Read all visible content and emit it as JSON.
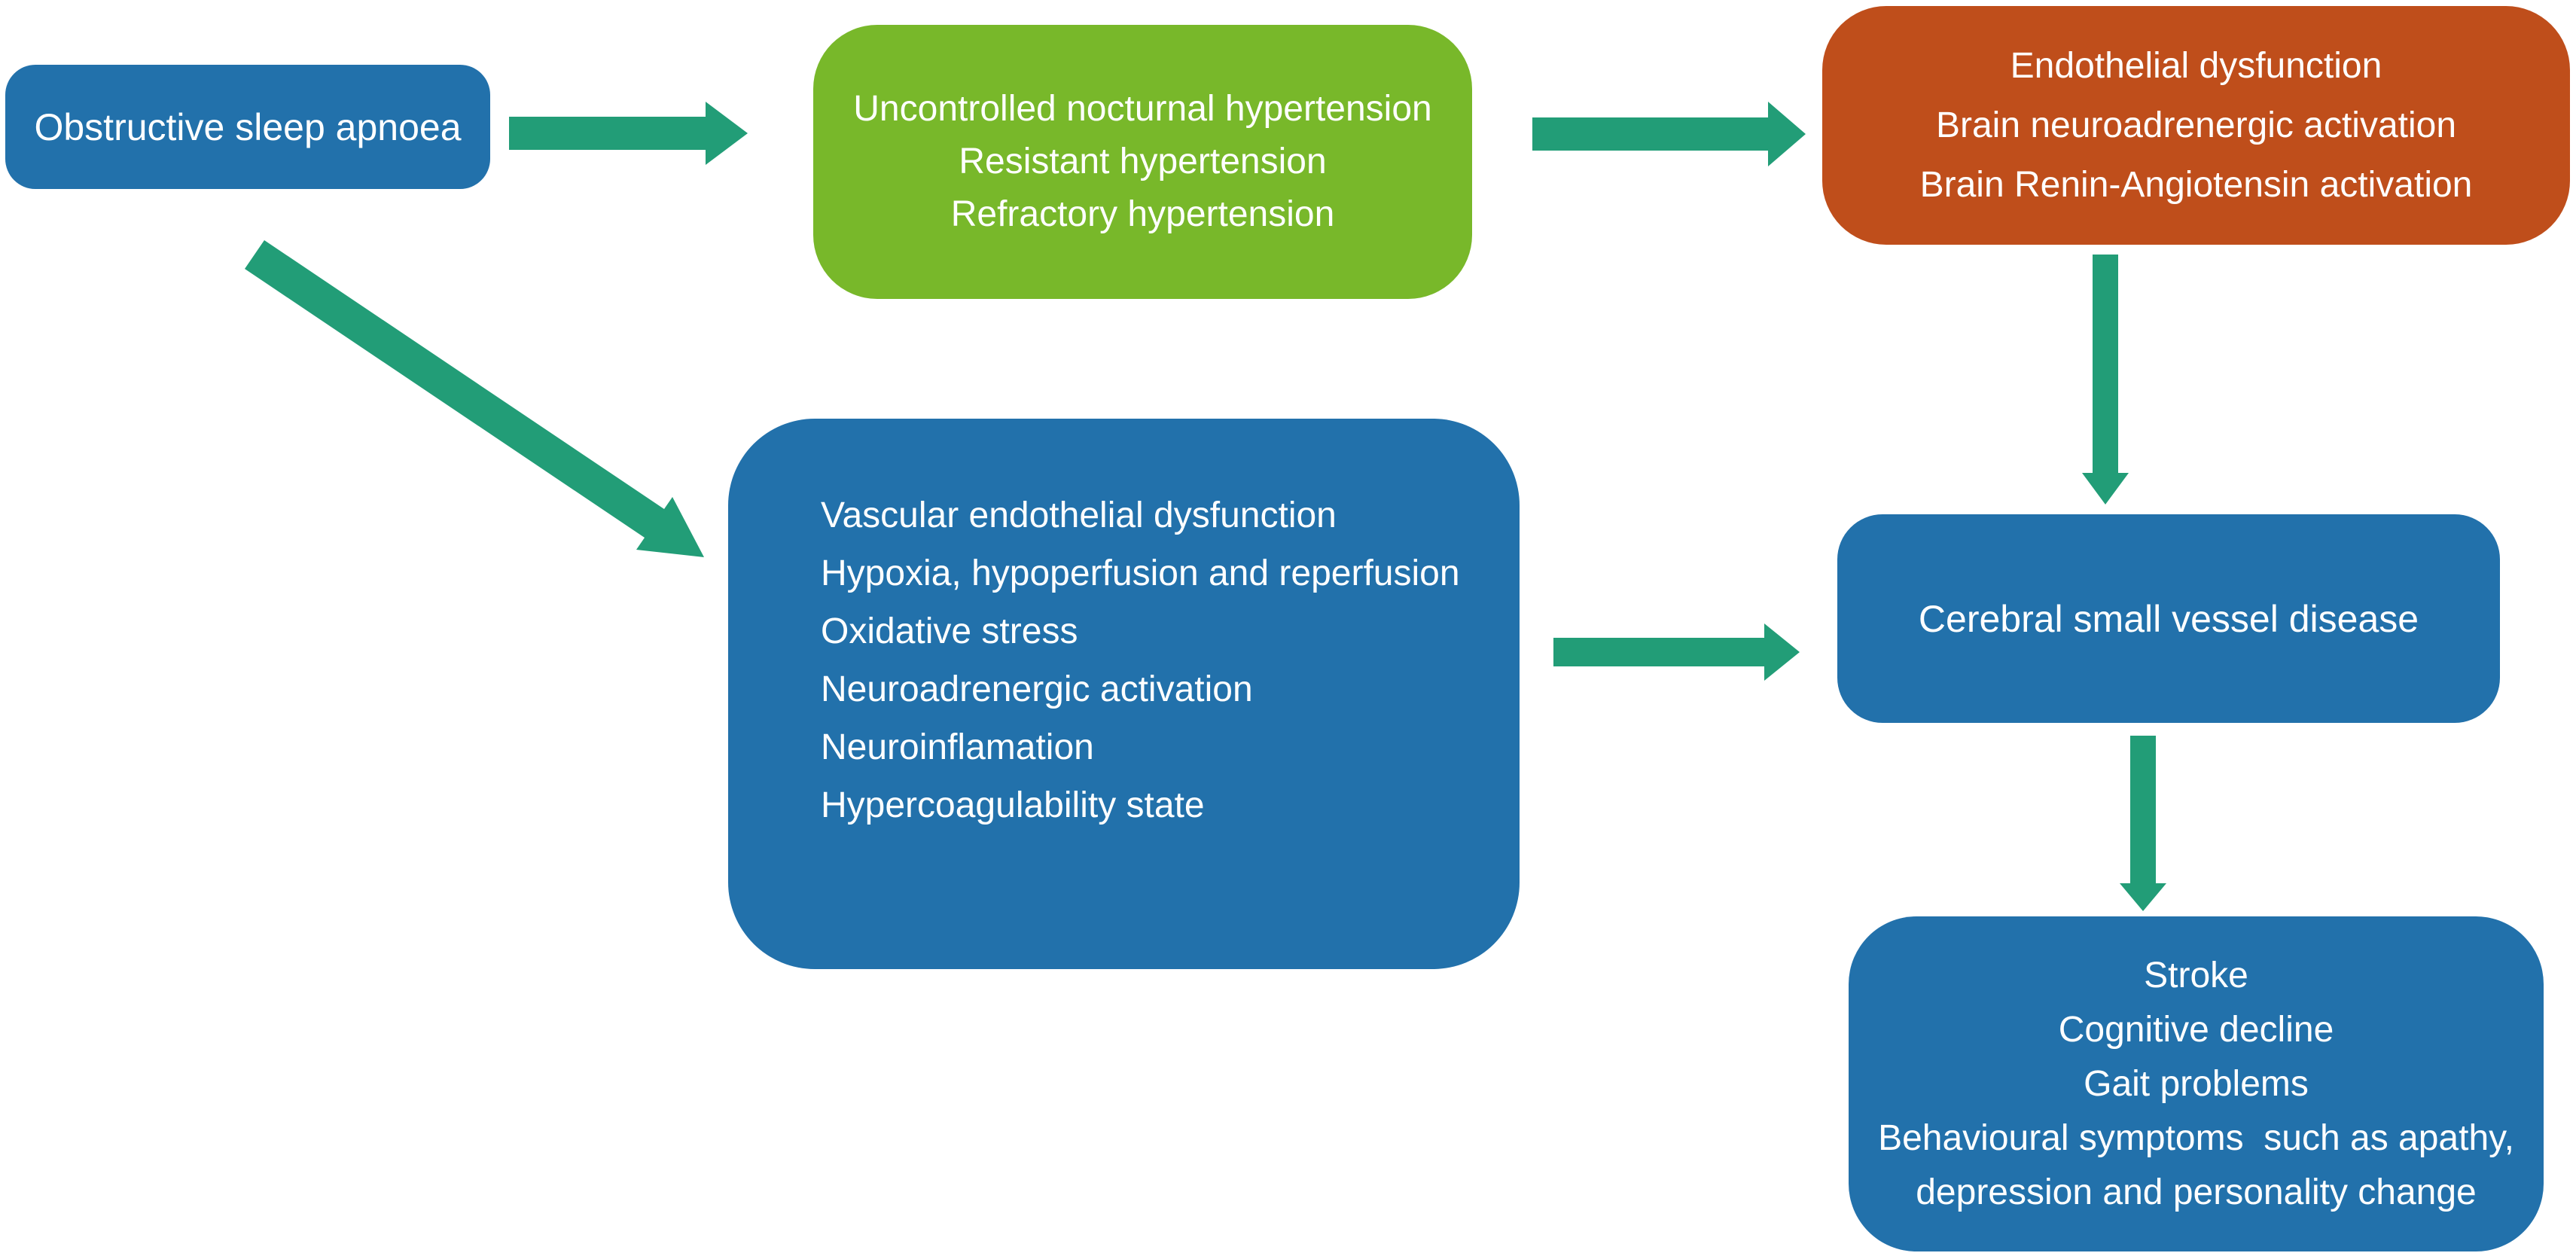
{
  "colors": {
    "blue": "#2271ab",
    "green": "#78b82a",
    "orange": "#bf4e1b",
    "arrow": "#229d77",
    "text": "#ffffff",
    "bg": "#ffffff"
  },
  "diagram": {
    "type": "flowchart",
    "nodes": [
      {
        "id": "osa",
        "color": "blue",
        "lines": [
          "Obstructive sleep apnoea"
        ]
      },
      {
        "id": "hypertension",
        "color": "green",
        "lines": [
          "Uncontrolled nocturnal hypertension",
          "Resistant hypertension",
          "Refractory hypertension"
        ]
      },
      {
        "id": "brain-activation",
        "color": "orange",
        "lines": [
          "Endothelial dysfunction",
          "Brain neuroadrenergic activation",
          "Brain Renin-Angiotensin activation"
        ]
      },
      {
        "id": "mechanisms",
        "color": "blue",
        "lines": [
          "Vascular endothelial dysfunction",
          "Hypoxia, hypoperfusion and reperfusion",
          "Oxidative stress",
          "Neuroadrenergic activation",
          "Neuroinflamation",
          "Hypercoagulability state"
        ]
      },
      {
        "id": "cerebral-small-vessel-disease",
        "color": "blue",
        "lines": [
          "Cerebral small vessel disease"
        ]
      },
      {
        "id": "outcomes",
        "color": "blue",
        "lines": [
          "Stroke",
          "Cognitive decline",
          "Gait problems",
          "Behavioural symptoms  such as apathy,",
          "depression and personality change"
        ]
      }
    ],
    "edges": [
      {
        "from": "osa",
        "to": "hypertension",
        "direction": "right"
      },
      {
        "from": "hypertension",
        "to": "brain-activation",
        "direction": "right"
      },
      {
        "from": "osa",
        "to": "mechanisms",
        "direction": "down-right"
      },
      {
        "from": "mechanisms",
        "to": "cerebral-small-vessel-disease",
        "direction": "right"
      },
      {
        "from": "brain-activation",
        "to": "cerebral-small-vessel-disease",
        "direction": "down"
      },
      {
        "from": "cerebral-small-vessel-disease",
        "to": "outcomes",
        "direction": "down"
      }
    ]
  }
}
